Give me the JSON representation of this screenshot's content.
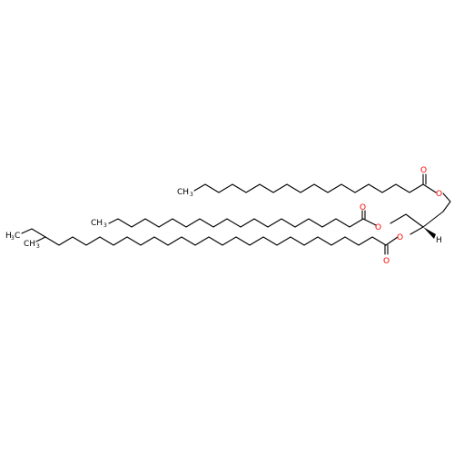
{
  "molecule": {
    "atoms": {
      "O": "O",
      "H": "H",
      "CH3": "CH",
      "H3C": "H",
      "H3C_c": "C",
      "sub3": "3"
    },
    "colors": {
      "bond": "#000000",
      "oxygen": "#ff0000",
      "carbon": "#000000"
    }
  }
}
